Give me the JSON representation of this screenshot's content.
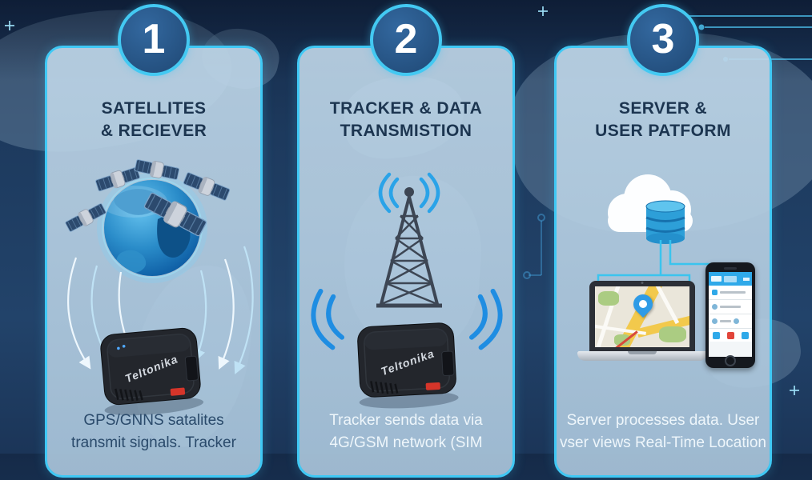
{
  "title_note": "GPS tracking infographic",
  "steps": [
    {
      "number": "1",
      "title": "SATELLITES\n& RECIEVER",
      "description": "GPS/GNNS satalites\ntransmit signals. Tracker",
      "device_brand": "Teltonika",
      "illustration": "satellites-orbiting-globe-with-signal-arrows-to-gps-tracker"
    },
    {
      "number": "2",
      "title": "TRACKER & DATA\nTRANSMISTION",
      "description": "Tracker sends data via\n4G/GSM network (SIM",
      "device_brand": "Teltonika",
      "illustration": "radio-tower-and-tracker-with-radio-waves"
    },
    {
      "number": "3",
      "title": "SERVER &\nUSER PATFORM",
      "description": "Server processes data. User\nvser views Real-Time Location",
      "illustration": "cloud-database-connected-to-laptop-map-and-smartphone-app"
    }
  ],
  "colors": {
    "background_navy": "#1d3a5e",
    "panel_fill": "#b7d1e6",
    "panel_border_cyan": "#3fc8f4",
    "badge_fill": "#24507f",
    "title_text": "#1c3550",
    "description_dark": "#2a4a6b",
    "description_light": "#eef6fb",
    "radio_wave_blue": "#1f8de2",
    "circuit_cyan": "#35c5f0",
    "tracker_body": "#23262c",
    "tracker_button_red": "#d5352a"
  }
}
